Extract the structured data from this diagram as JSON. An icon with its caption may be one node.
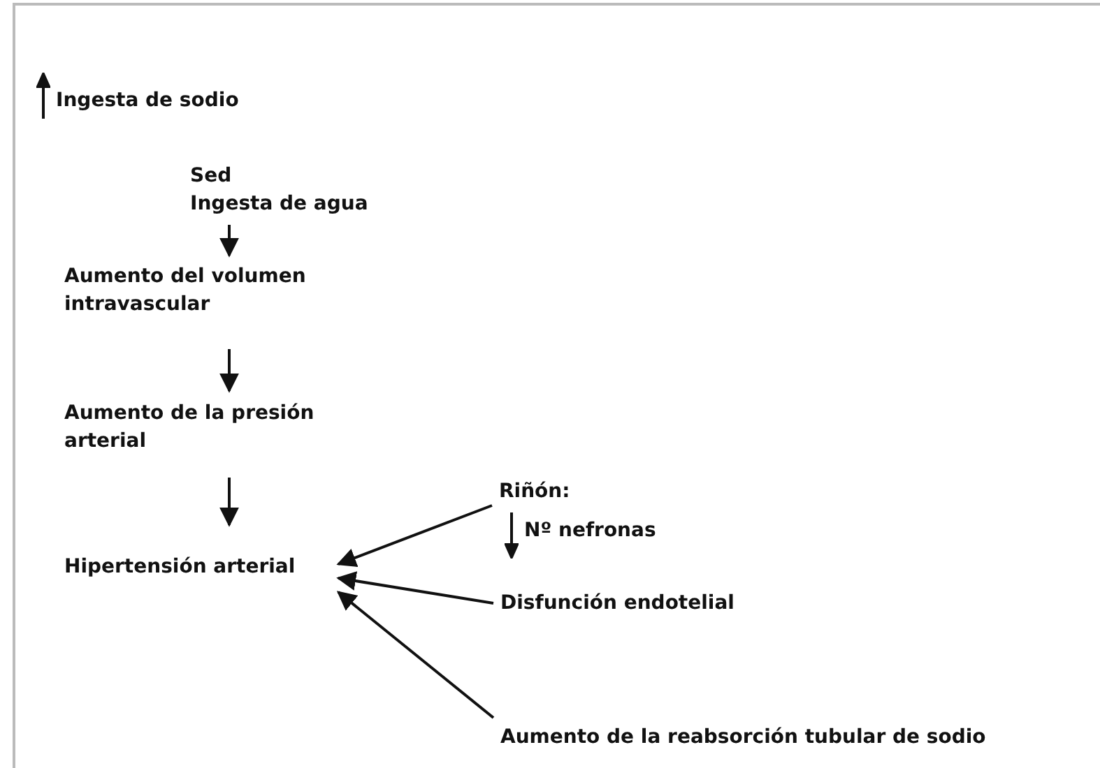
{
  "diagram": {
    "nodes": [
      {
        "text": [
          "Ingesta de sodio"
        ]
      },
      {
        "text": [
          "Sed",
          "Ingesta de agua"
        ]
      },
      {
        "text": [
          "Aumento del volumen intravascular"
        ]
      },
      {
        "text": [
          "Aumento de la presión arterial"
        ]
      },
      {
        "text": [
          "Hipertensión arterial"
        ]
      },
      {
        "text": [
          "Riñón:",
          "Nº nefronas"
        ]
      },
      {
        "text": [
          "Disfunción endotelial"
        ]
      },
      {
        "text": [
          "Aumento de la reabsorción tubular de sodio"
        ]
      }
    ],
    "edges": [
      {
        "from": 1,
        "to": 2,
        "arrow": "to"
      },
      {
        "from": 2,
        "to": 3,
        "arrow": "to"
      },
      {
        "from": 3,
        "to": 4,
        "arrow": "to"
      },
      {
        "from": 5,
        "to": 4,
        "arrow": "to"
      },
      {
        "from": 6,
        "to": 4,
        "arrow": "to"
      },
      {
        "from": 7,
        "to": 4,
        "arrow": "to"
      }
    ]
  }
}
